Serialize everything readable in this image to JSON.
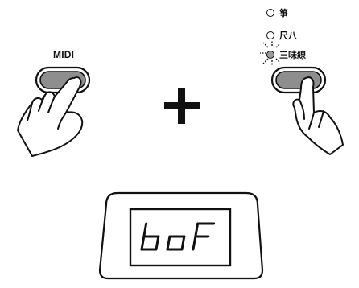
{
  "left_button": {
    "label": "MIDI"
  },
  "voice_selector": {
    "items": [
      {
        "label": "箏",
        "selected": false
      },
      {
        "label": "尺八",
        "selected": false
      },
      {
        "label": "三味線",
        "selected": true
      }
    ]
  },
  "combine_symbol": "+",
  "display": {
    "text": "boF",
    "color": "#111111"
  },
  "icons": [
    "press-hand-icon",
    "plus-icon",
    "blinking-led-icon"
  ]
}
